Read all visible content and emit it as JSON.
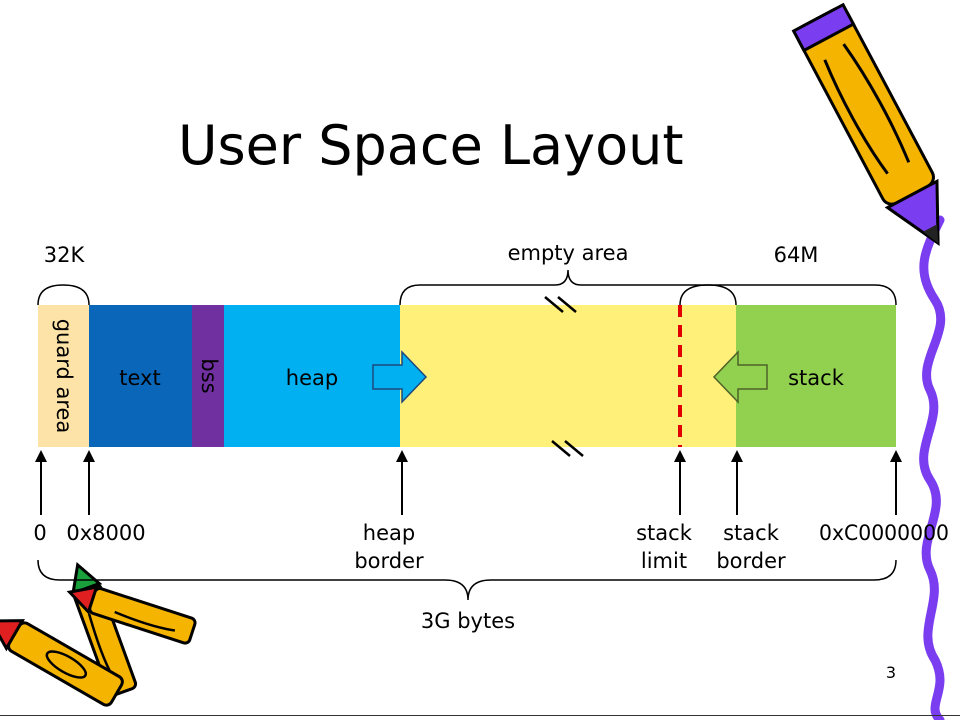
{
  "slide": {
    "title": "User Space Layout",
    "page_number": "3"
  },
  "regions": {
    "guard": {
      "label": "guard area",
      "color": "#fde3a7"
    },
    "text": {
      "label": "text",
      "color": "#0a66b8"
    },
    "bss": {
      "label": "bss",
      "color": "#7030a0"
    },
    "heap": {
      "label": "heap",
      "color": "#00b0f0"
    },
    "empty": {
      "color": "#fff07a"
    },
    "stack": {
      "label": "stack",
      "color": "#92d050"
    }
  },
  "braces": {
    "guard_size": "32K",
    "empty_area": "empty area",
    "stack_size": "64M",
    "total": "3G bytes"
  },
  "addresses": {
    "zero": "0",
    "text_start": "0x8000",
    "heap_border_line1": "heap",
    "heap_border_line2": "border",
    "stack_limit_line1": "stack",
    "stack_limit_line2": "limit",
    "stack_border_line1": "stack",
    "stack_border_line2": "border",
    "top": "0xC0000000"
  },
  "colors": {
    "stack_limit_line": "#e00000",
    "crayon_yellow": "#f5b400",
    "crayon_purple": "#7b3df0",
    "crayon_red": "#e02020",
    "crayon_green": "#1aa03a"
  },
  "icons": [
    "pencil-decoration-icon",
    "crayons-decoration-icon",
    "purple-squiggle-icon",
    "break-mark-icon"
  ]
}
